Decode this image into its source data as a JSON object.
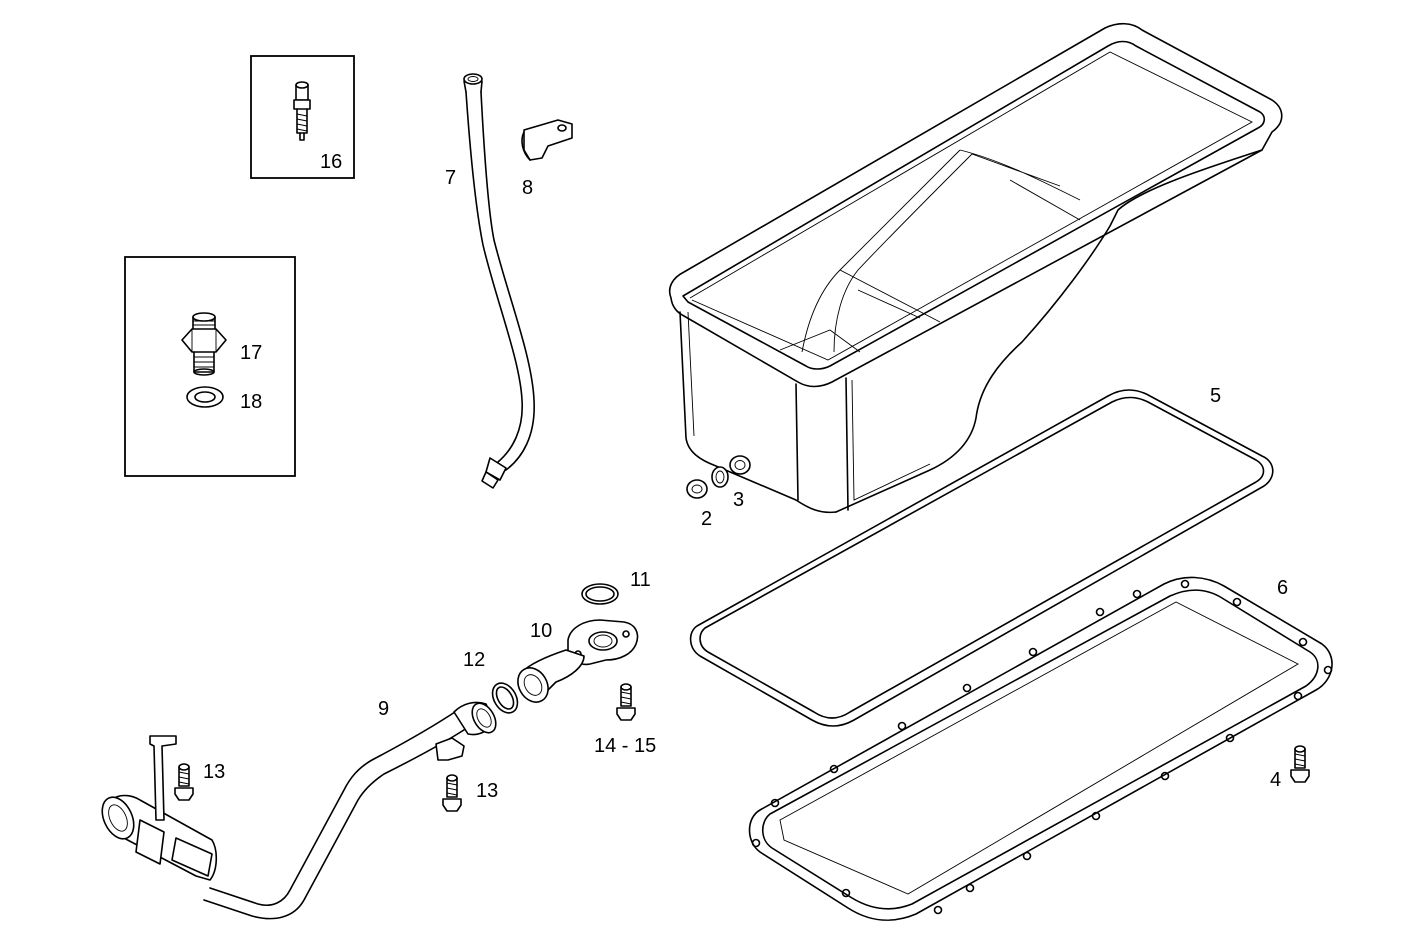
{
  "labels": {
    "l2": "2",
    "l3": "3",
    "l4": "4",
    "l5": "5",
    "l6": "6",
    "l7": "7",
    "l8": "8",
    "l9": "9",
    "l10": "10",
    "l11": "11",
    "l12": "12",
    "l13a": "13",
    "l13b": "13",
    "l14_15": "14 - 15",
    "l16": "16",
    "l17": "17",
    "l18": "18"
  }
}
